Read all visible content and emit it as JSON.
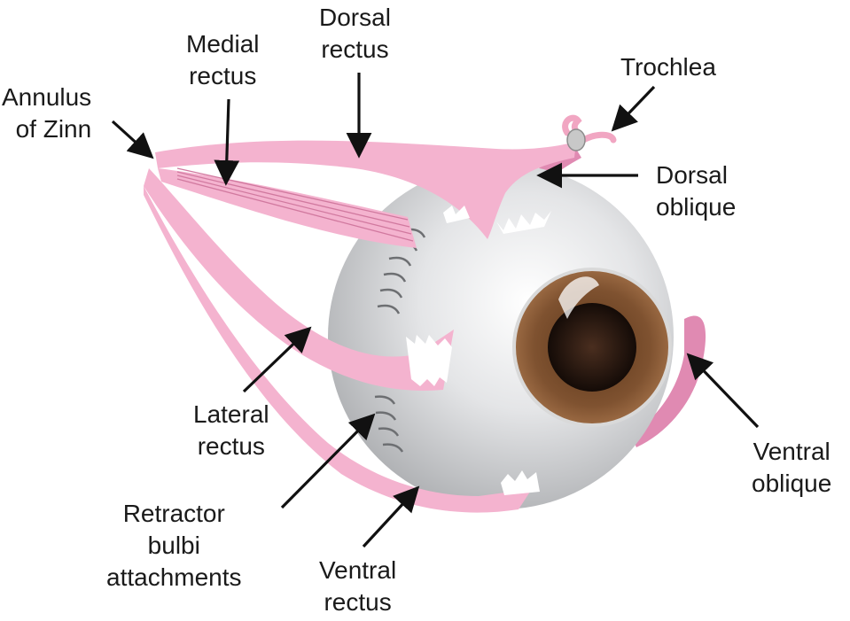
{
  "labels": {
    "annulus_of_zinn": [
      "Annulus",
      "of Zinn"
    ],
    "medial_rectus": [
      "Medial",
      "rectus"
    ],
    "dorsal_rectus": [
      "Dorsal",
      "rectus"
    ],
    "trochlea": [
      "Trochlea"
    ],
    "dorsal_oblique": [
      "Dorsal",
      "oblique"
    ],
    "lateral_rectus": [
      "Lateral",
      "rectus"
    ],
    "retractor_bulbi": [
      "Retractor",
      "bulbi",
      "attachments"
    ],
    "ventral_rectus": [
      "Ventral",
      "rectus"
    ],
    "ventral_oblique": [
      "Ventral",
      "oblique"
    ]
  },
  "colors": {
    "muscle": "#f4b3cf",
    "muscle_dark": "#e08ab2",
    "globe": "#c9cacc",
    "iris": "#7a4e2c",
    "pupil": "#1e120c",
    "arrow": "#111111"
  }
}
